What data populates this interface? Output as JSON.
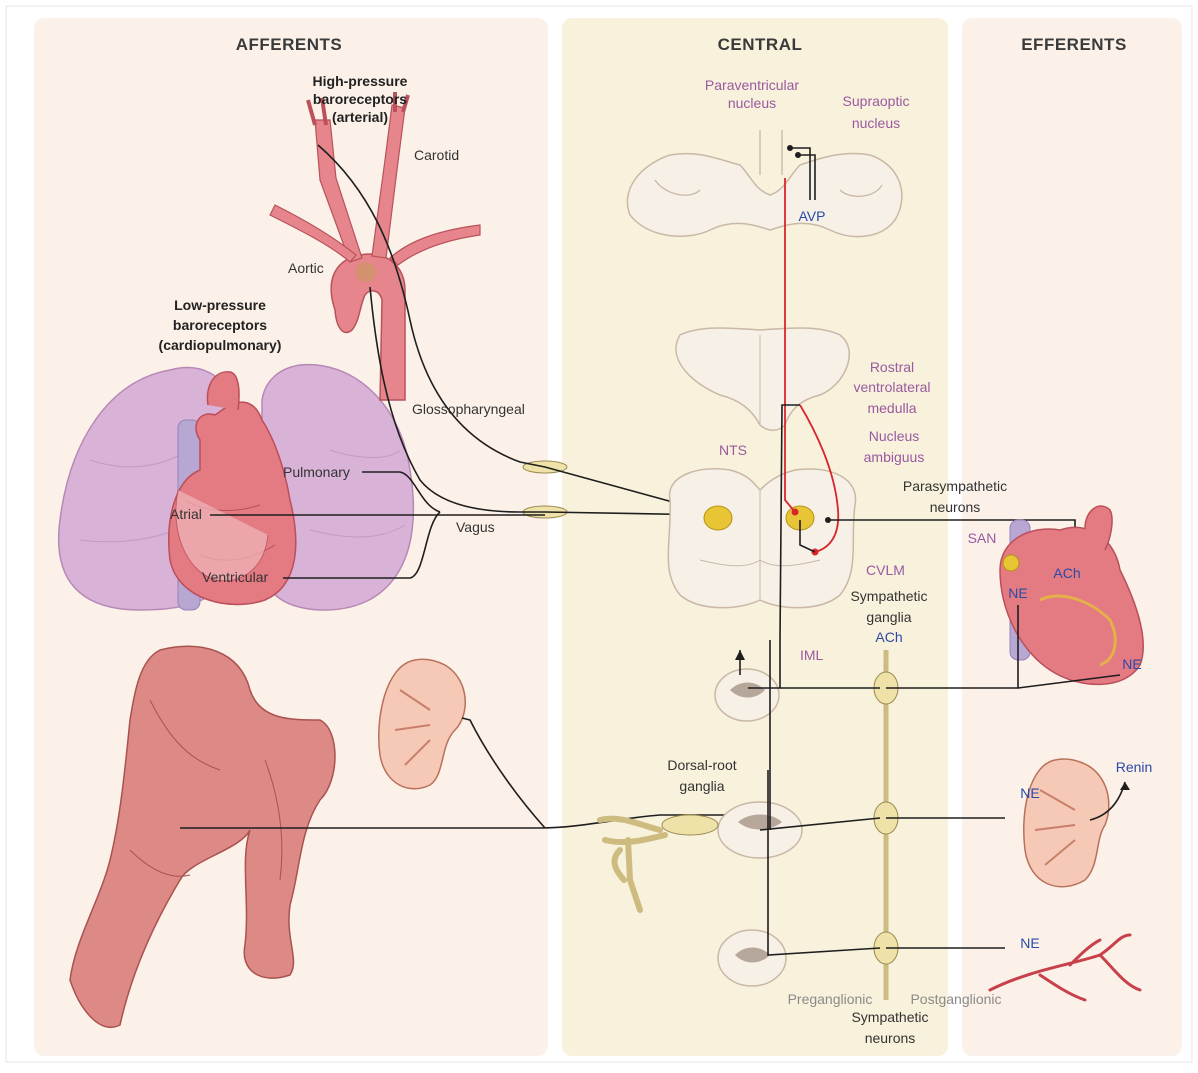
{
  "sections": {
    "afferents": "AFFERENTS",
    "central": "CENTRAL",
    "efferents": "EFFERENTS"
  },
  "labels": {
    "high_pressure_1": "High-pressure",
    "high_pressure_2": "baroreceptors",
    "high_pressure_3": "(arterial)",
    "carotid": "Carotid",
    "aortic": "Aortic",
    "low_pressure_1": "Low-pressure",
    "low_pressure_2": "baroreceptors",
    "low_pressure_3": "(cardiopulmonary)",
    "glossopharyngeal": "Glossopharyngeal",
    "pulmonary": "Pulmonary",
    "atrial": "Atrial",
    "vagus": "Vagus",
    "ventricular": "Ventricular",
    "paraventricular_1": "Paraventricular",
    "paraventricular_2": "nucleus",
    "supraoptic_1": "Supraoptic",
    "supraoptic_2": "nucleus",
    "avp": "AVP",
    "rostral_1": "Rostral",
    "rostral_2": "ventrolateral",
    "rostral_3": "medulla",
    "nucleus_1": "Nucleus",
    "nucleus_2": "ambiguus",
    "nts": "NTS",
    "parasymp_1": "Parasympathetic",
    "parasymp_2": "neurons",
    "cvlm": "CVLM",
    "symp_ganglia_1": "Sympathetic",
    "symp_ganglia_2": "ganglia",
    "ach_ganglia": "ACh",
    "iml": "IML",
    "dorsal_root_1": "Dorsal-root",
    "dorsal_root_2": "ganglia",
    "preganglionic": "Preganglionic",
    "postganglionic": "Postganglionic",
    "symp_neurons_1": "Sympathetic",
    "symp_neurons_2": "neurons",
    "san": "SAN",
    "ach_heart": "ACh",
    "ne_heart_1": "NE",
    "ne_heart_2": "NE",
    "renin": "Renin",
    "ne_kidney": "NE",
    "ne_vessel": "NE"
  },
  "colors": {
    "panel_side": "#fbf1e9",
    "panel_central": "#f8f1dc",
    "nerve": "#1e1e1e",
    "red_pathway": "#d8262c",
    "nucleus_yellow": "#e8c534",
    "purple_text": "#9a5aa0",
    "blue_text": "#2a4aa8"
  }
}
